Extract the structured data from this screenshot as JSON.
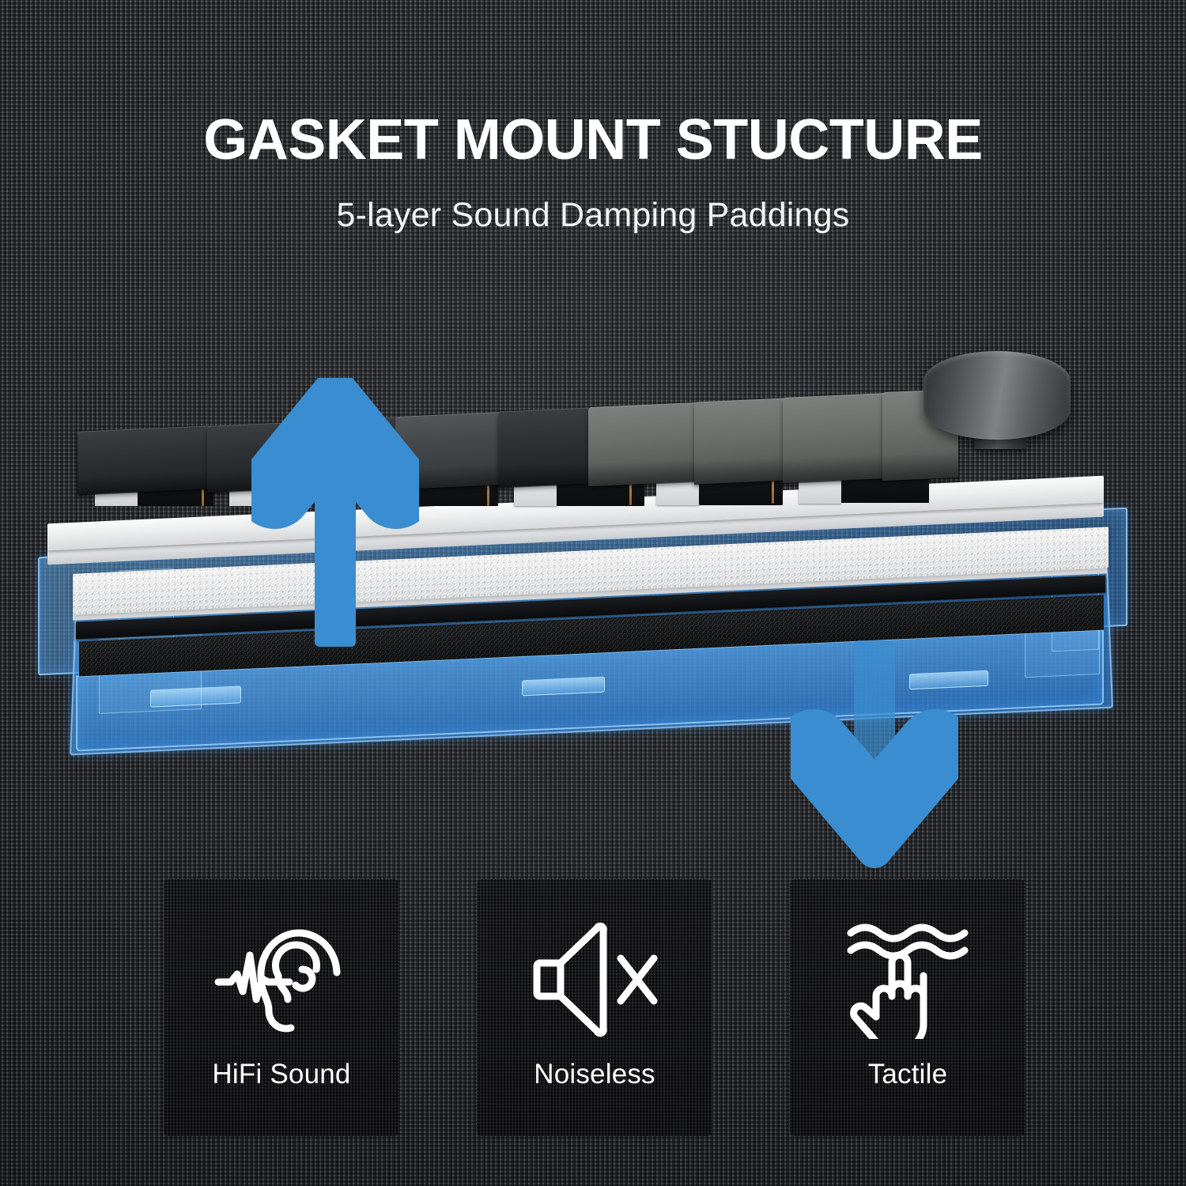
{
  "header": {
    "title": "GASKET MOUNT STUCTURE",
    "subtitle": "5-layer Sound Damping Paddings"
  },
  "product": {
    "name": "mechanical-keyboard-cross-section",
    "description": "Exploded cross-section view of a gasket mounted mechanical keyboard showing 5 sound damping layers inside a translucent blue x-ray case",
    "arrow_color": "#3a8dd0",
    "case_color": "#3e8ede",
    "keycap_color": "#44474a",
    "foam_color": "#f3f4f4",
    "pcb_color": "#131517",
    "layers": [
      {
        "name": "switch-plate",
        "material": "plate"
      },
      {
        "name": "plate-foam",
        "material": "poron-foam"
      },
      {
        "name": "tape-layer",
        "material": "tape"
      },
      {
        "name": "pcb",
        "material": "pcb"
      },
      {
        "name": "case-foam",
        "material": "bottom-foam"
      }
    ],
    "arrows": [
      {
        "name": "up-arrow",
        "direction": "up"
      },
      {
        "name": "down-arrow",
        "direction": "down"
      }
    ],
    "knob": {
      "name": "rotary-knob"
    }
  },
  "features": [
    {
      "id": "hifi-sound",
      "label": "HiFi Sound",
      "icon": "ear-soundwave-icon"
    },
    {
      "id": "noiseless",
      "label": "Noiseless",
      "icon": "muted-speaker-icon"
    },
    {
      "id": "tactile",
      "label": "Tactile",
      "icon": "hand-waves-icon"
    }
  ],
  "colors": {
    "background": "#3b3e43",
    "card_background": "#1a1b1d",
    "text": "#ffffff",
    "accent_blue": "#3a8dd0"
  }
}
